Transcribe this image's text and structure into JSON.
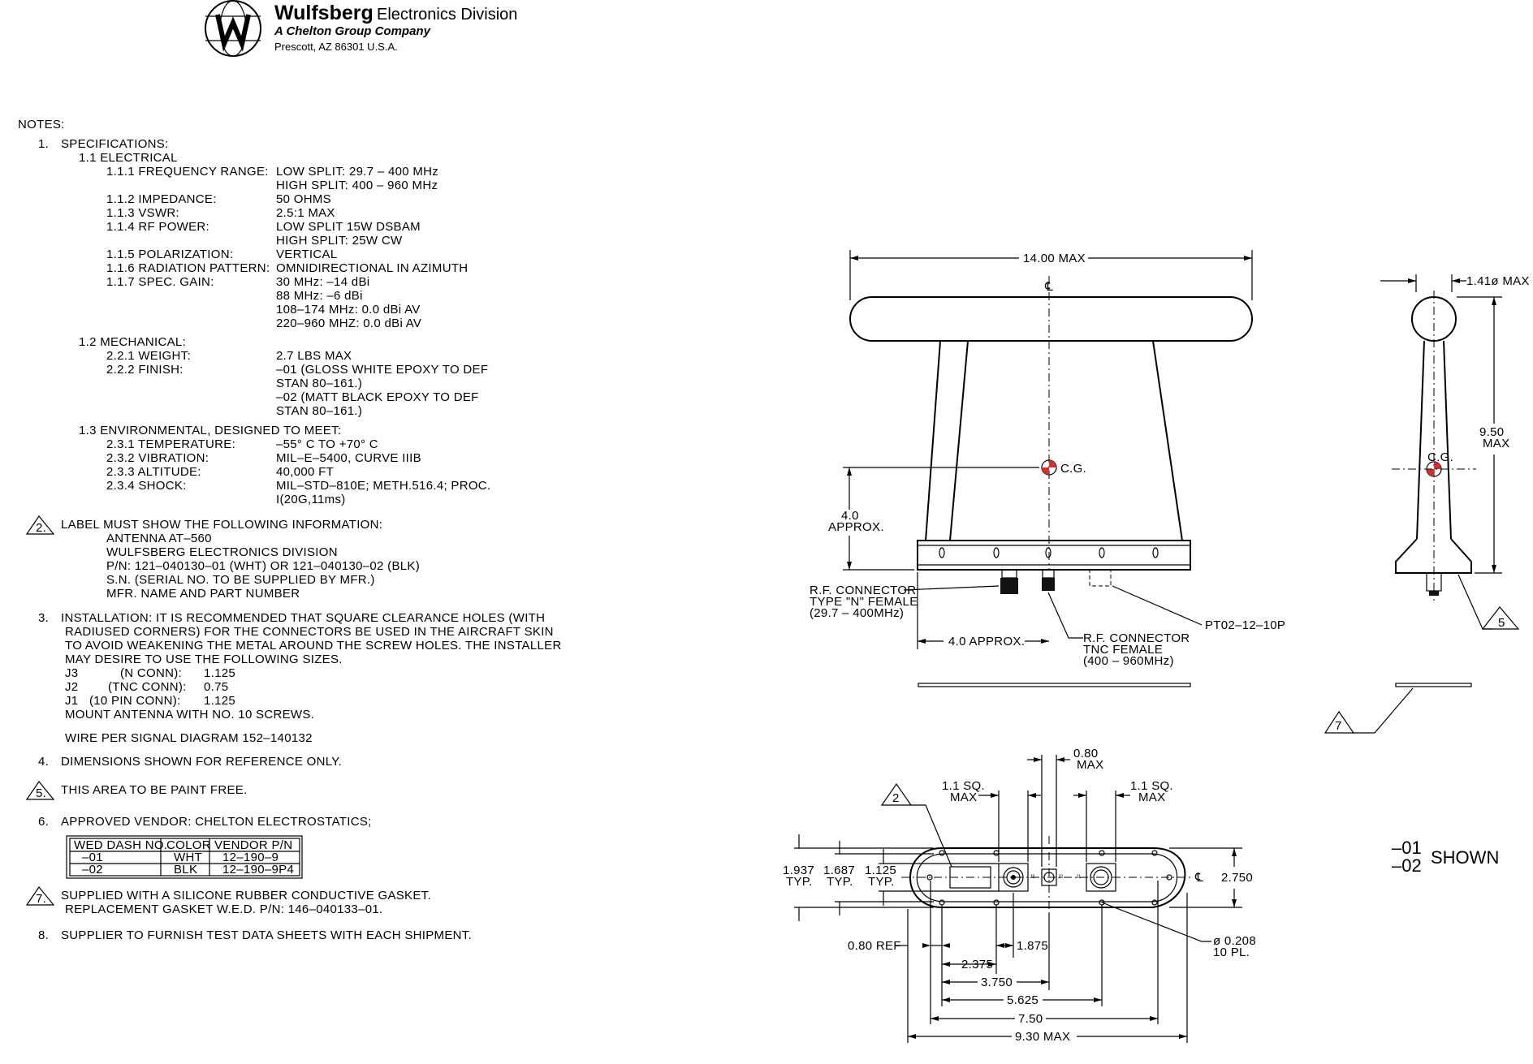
{
  "header": {
    "brand": "Wulfsberg",
    "division": "Electronics Division",
    "subtitle": "A Chelton Group Company",
    "address": "Prescott, AZ  86301  U.S.A."
  },
  "notes": {
    "title": "NOTES:",
    "n1": "1.",
    "specs_title": "SPECIFICATIONS:",
    "electrical_title": "1.1  ELECTRICAL",
    "electrical": [
      {
        "label": "1.1.1  FREQUENCY RANGE:",
        "value": "LOW SPLIT:   29.7  –  400  MHz"
      },
      {
        "label": "",
        "value": "HIGH SPLIT:   400  –  960  MHz"
      },
      {
        "label": "1.1.2  IMPEDANCE:",
        "value": "50  OHMS"
      },
      {
        "label": "1.1.3  VSWR:",
        "value": "2.5:1  MAX"
      },
      {
        "label": "1.1.4  RF POWER:",
        "value": "LOW SPLIT     15W  DSBAM"
      },
      {
        "label": "",
        "value": "HIGH SPLIT: 25W  CW"
      },
      {
        "label": "1.1.5  POLARIZATION:",
        "value": "VERTICAL"
      },
      {
        "label": "1.1.6  RADIATION PATTERN:",
        "value": "OMNIDIRECTIONAL  IN  AZIMUTH"
      },
      {
        "label": "1.1.7  SPEC. GAIN:",
        "value": "30  MHz:   –14  dBi"
      },
      {
        "label": "",
        "value": "88  MHz:   –6  dBi"
      },
      {
        "label": "",
        "value": "108–174  MHz:   0.0  dBi  AV"
      },
      {
        "label": "",
        "value": "220–960  MHZ:   0.0  dBi  AV"
      }
    ],
    "mechanical_title": "1.2  MECHANICAL:",
    "mechanical": [
      {
        "label": "2.2.1  WEIGHT:",
        "value": "2.7  LBS  MAX"
      },
      {
        "label": "2.2.2  FINISH:",
        "value": "–01  (GLOSS  WHITE  EPOXY  TO  DEF"
      },
      {
        "label": "",
        "value": "   STAN  80–161.)"
      },
      {
        "label": "",
        "value": "–02  (MATT  BLACK  EPOXY  TO  DEF"
      },
      {
        "label": "",
        "value": "   STAN  80–161.)"
      }
    ],
    "environmental_title": "1.3  ENVIRONMENTAL,  DESIGNED  TO  MEET:",
    "environmental": [
      {
        "label": "2.3.1  TEMPERATURE:",
        "value": "–55° C  TO  +70° C"
      },
      {
        "label": "2.3.2  VIBRATION:",
        "value": "MIL–E–5400,  CURVE    IIIB"
      },
      {
        "label": "2.3.3  ALTITUDE:",
        "value": "40,000  FT"
      },
      {
        "label": "2.3.4  SHOCK:",
        "value": "MIL–STD–810E;  METH.516.4;  PROC."
      },
      {
        "label": "",
        "value": "I(20G,11ms)"
      }
    ],
    "n2": "2.",
    "label_lines": [
      "LABEL  MUST  SHOW  THE  FOLLOWING  INFORMATION:",
      "ANTENNA   AT–560",
      "WULFSBERG  ELECTRONICS  DIVISION",
      "P/N:   121–040130–01  (WHT)  OR  121–040130–02  (BLK)",
      "S.N.            (SERIAL  NO.  TO  BE  SUPPLIED  BY  MFR.)",
      "MFR.  NAME  AND  PART  NUMBER"
    ],
    "n3": "3.",
    "install_lines": [
      "INSTALLATION:  IT  IS  RECOMMENDED  THAT  SQUARE  CLEARANCE  HOLES  (WITH",
      "RADIUSED  CORNERS)  FOR  THE  CONNECTORS  BE  USED  IN  THE  AIRCRAFT  SKIN",
      "TO  AVOID  WEAKENING  THE  METAL  AROUND  THE  SCREW  HOLES.    THE  INSTALLER",
      "MAY  DESIRE  TO  USE  THE  FOLLOWING  SIZES."
    ],
    "sizes": [
      {
        "j": "J3",
        "conn": "(N  CONN):",
        "size": "1.125"
      },
      {
        "j": "J2",
        "conn": "(TNC  CONN):",
        "size": "0.75"
      },
      {
        "j": "J1",
        "conn": "(10  PIN  CONN):",
        "size": "1.125"
      }
    ],
    "mount": "MOUNT  ANTENNA  WITH  NO.  10  SCREWS.",
    "wire": "WIRE  PER  SIGNAL  DIAGRAM  152–140132",
    "n4": "4.",
    "note4": "DIMENSIONS  SHOWN  FOR  REFERENCE  ONLY.",
    "n5": "5.",
    "note5": "THIS  AREA  TO  BE  PAINT  FREE.",
    "n6": "6.",
    "note6": "APPROVED  VENDOR:  CHELTON  ELECTROSTATICS;",
    "vendor_table": {
      "headers": [
        "WED  DASH  NO.",
        "COLOR",
        "VENDOR  P/N"
      ],
      "rows": [
        [
          "–01",
          "WHT",
          "12–190–9"
        ],
        [
          "–02",
          "BLK",
          "12–190–9P4"
        ]
      ]
    },
    "n7": "7.",
    "note7": [
      "SUPPLIED  WITH  A  SILICONE  RUBBER  CONDUCTIVE  GASKET.",
      "REPLACEMENT  GASKET  W.E.D.  P/N:  146–040133–01."
    ],
    "n8": "8.",
    "note8": "SUPPLIER  TO  FURNISH  TEST  DATA  SHEETS  WITH  EACH  SHIPMENT."
  },
  "front_view": {
    "width": "14.00  MAX",
    "cl": "℄",
    "cg": "C.G.",
    "height1": "4.0",
    "height2": "APPROX.",
    "rf_n": [
      "R.F.  CONNECTOR",
      "TYPE  \"N\"  FEMALE",
      "(29.7  –  400MHz)"
    ],
    "rf_tnc": [
      "R.F.  CONNECTOR",
      "TNC  FEMALE",
      "(400  –  960MHz)"
    ],
    "pt": "PT02–12–10P",
    "offset": "4.0  APPROX."
  },
  "side_view": {
    "dia": "1.41ø  MAX",
    "h1": "9.50",
    "h2": "MAX",
    "cg": "C.G.",
    "flag5": "5",
    "flag7": "7"
  },
  "bottom_view": {
    "d080": "0.80",
    "dmax": "MAX",
    "sq_left": [
      "1.1  SQ.",
      "MAX"
    ],
    "sq_right": [
      "1.1  SQ.",
      "MAX"
    ],
    "flag2": "2",
    "d1937": [
      "1.937",
      "TYP."
    ],
    "d1687": [
      "1.687",
      "TYP."
    ],
    "d1125": [
      "1.125",
      "TYP."
    ],
    "d2750": "2.750",
    "cl": "℄",
    "ref": "0.80  REF",
    "d1875": "1.875",
    "d2375": "2.375",
    "d3750": "3.750",
    "d5625": "5.625",
    "d750": "7.50",
    "d930": "9.30  MAX",
    "hole": [
      "ø  0.208",
      "10  PL."
    ],
    "j3": "J3",
    "j2": "J2",
    "j1": "J1"
  },
  "shown": {
    "line1": "–01",
    "line2": "–02",
    "word": "SHOWN"
  }
}
